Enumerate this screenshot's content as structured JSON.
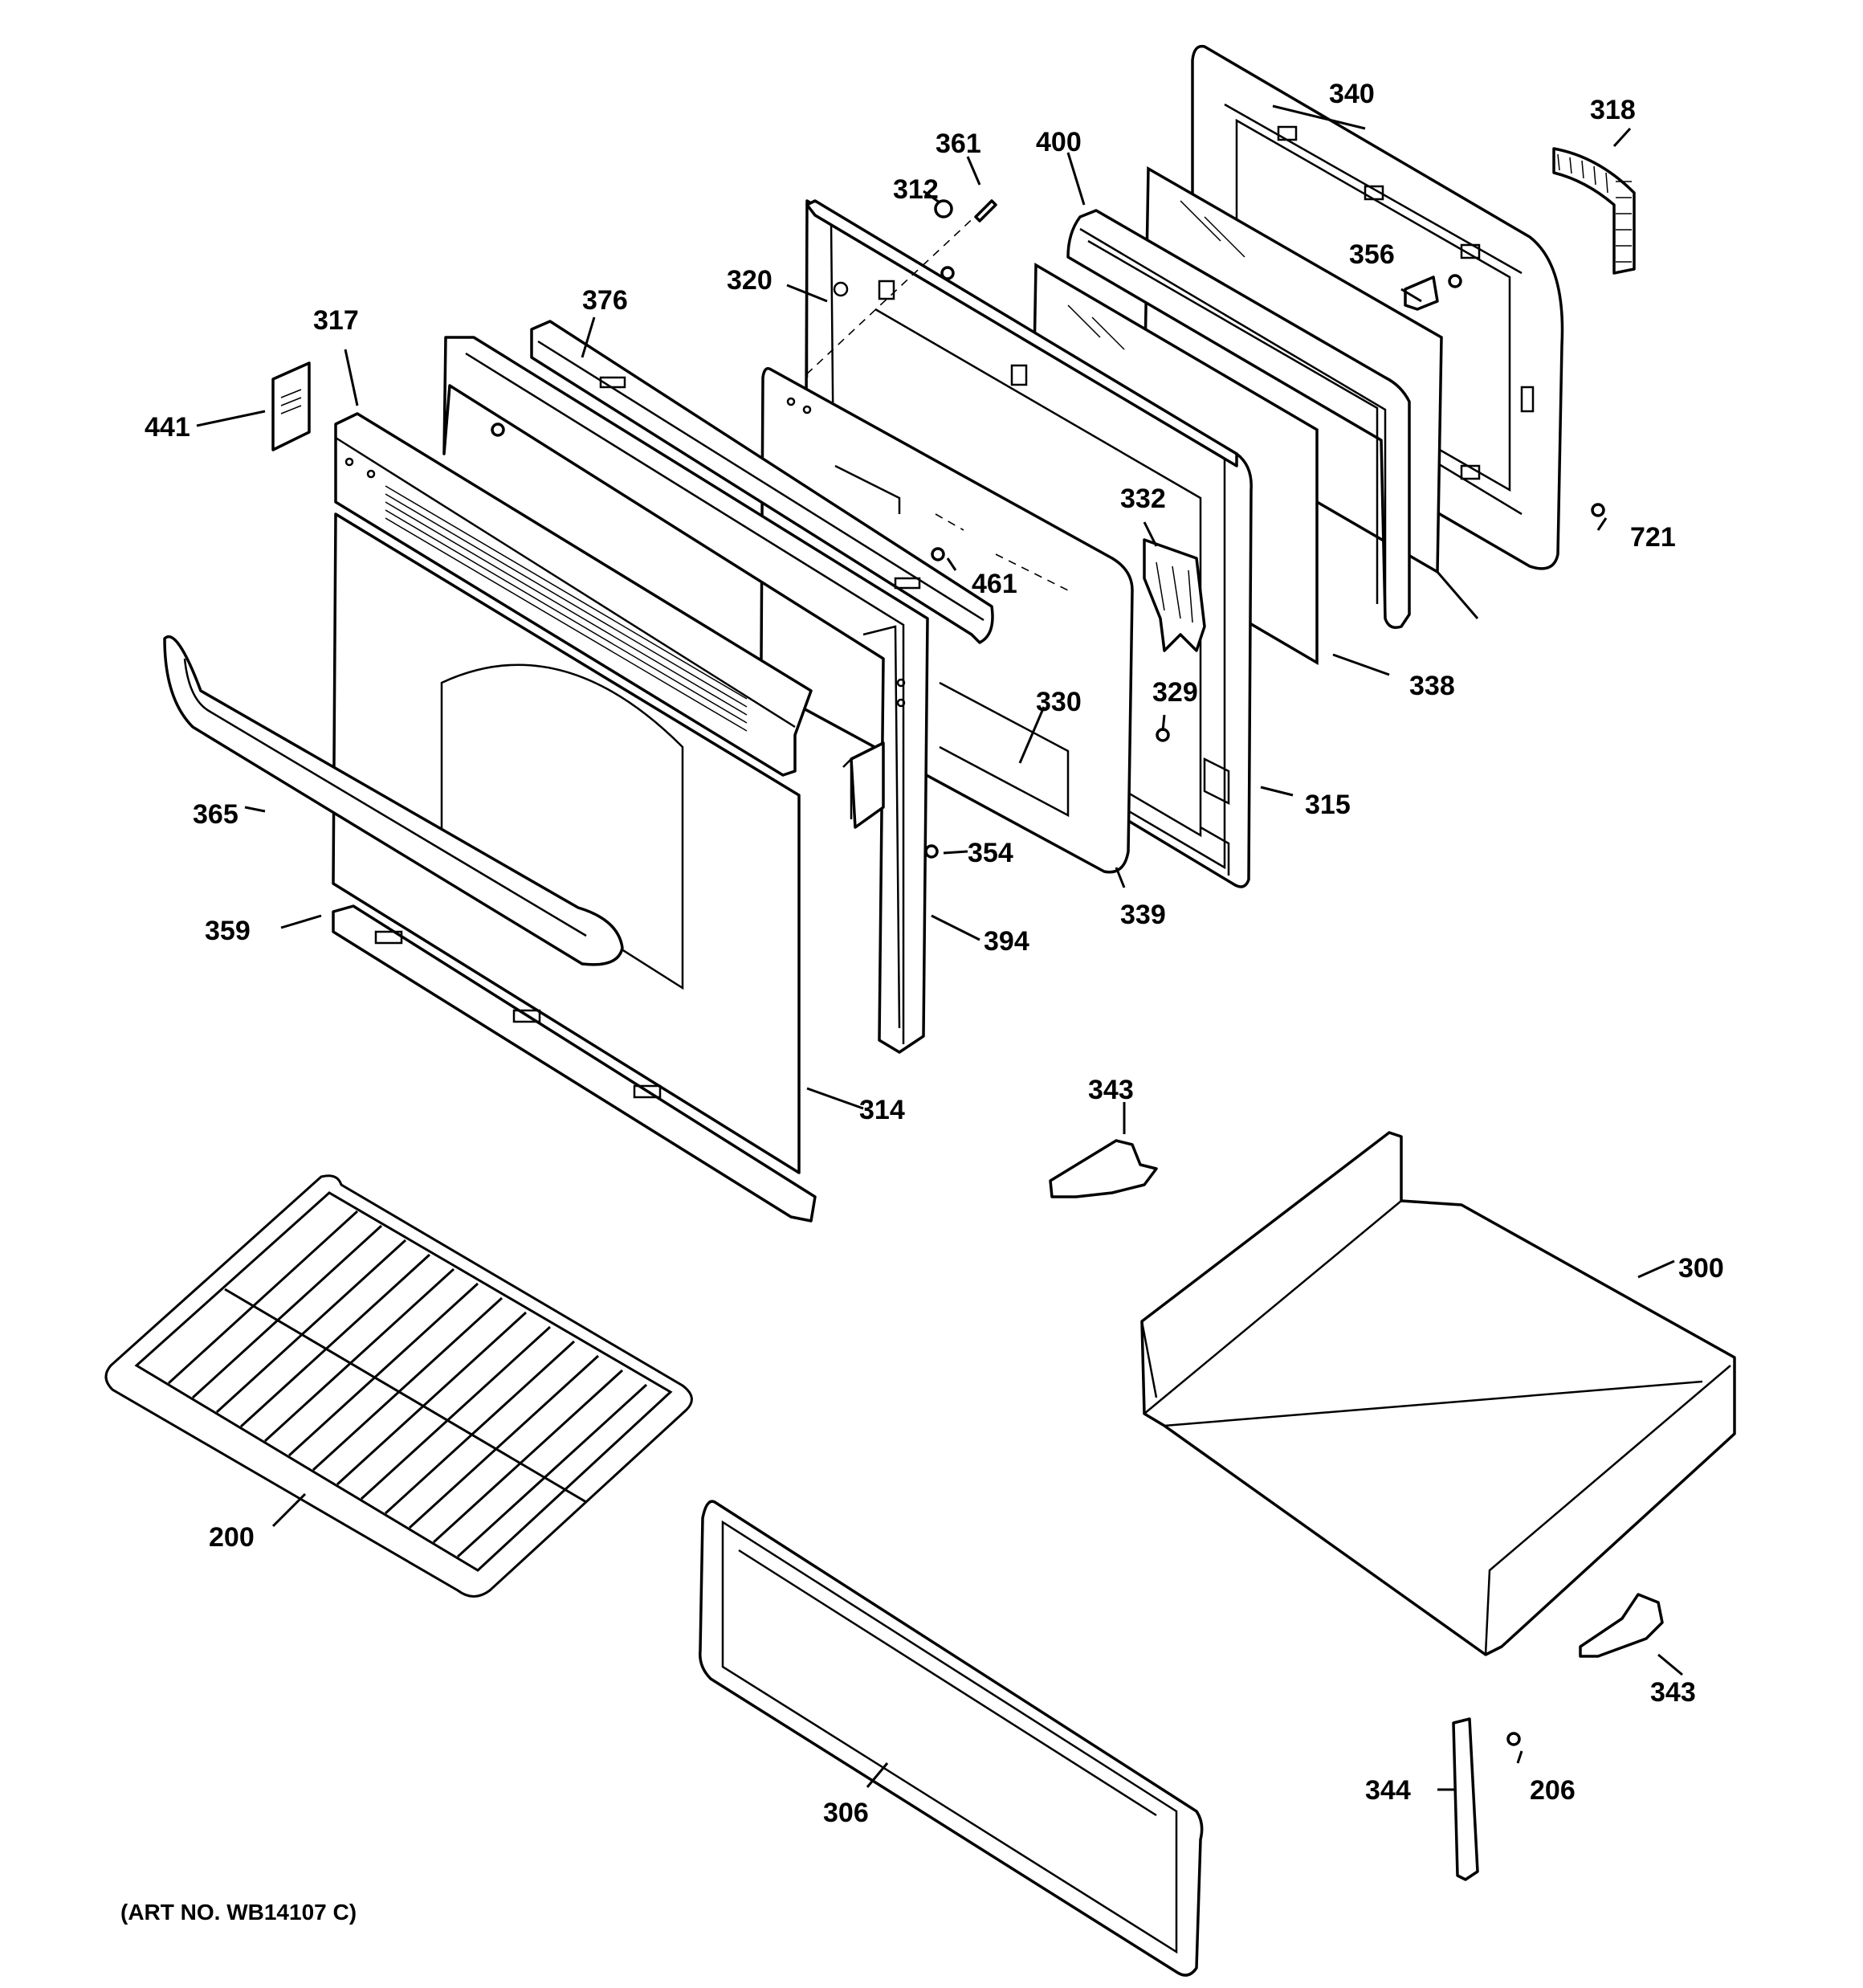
{
  "diagram": {
    "art_number": "(ART NO. WB14107 C)",
    "callouts": {
      "c200": "200",
      "c206": "206",
      "c300": "300",
      "c306": "306",
      "c312": "312",
      "c314": "314",
      "c315": "315",
      "c317": "317",
      "c318": "318",
      "c320": "320",
      "c329": "329",
      "c330": "330",
      "c332": "332",
      "c338": "338",
      "c339": "339",
      "c340": "340",
      "c343a": "343",
      "c343b": "343",
      "c344": "344",
      "c354": "354",
      "c356": "356",
      "c359": "359",
      "c361": "361",
      "c365": "365",
      "c376": "376",
      "c394": "394",
      "c400": "400",
      "c441": "441",
      "c461": "461",
      "c721": "721"
    }
  }
}
